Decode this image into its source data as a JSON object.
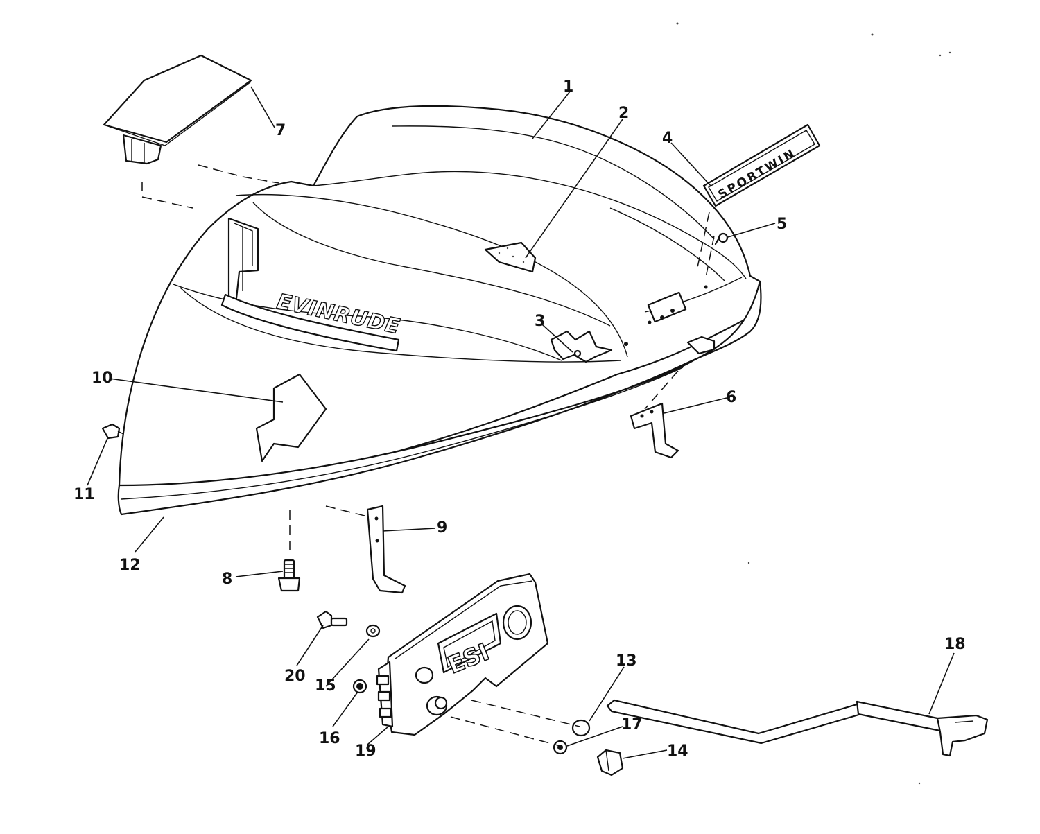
{
  "callouts": [
    {
      "id": "1",
      "text": "1"
    },
    {
      "id": "2",
      "text": "2"
    },
    {
      "id": "3",
      "text": "3"
    },
    {
      "id": "4",
      "text": "4"
    },
    {
      "id": "5",
      "text": "5"
    },
    {
      "id": "6",
      "text": "6"
    },
    {
      "id": "7",
      "text": "7"
    },
    {
      "id": "8",
      "text": "8"
    },
    {
      "id": "9",
      "text": "9"
    },
    {
      "id": "10",
      "text": "10"
    },
    {
      "id": "11",
      "text": "11"
    },
    {
      "id": "12",
      "text": "12"
    },
    {
      "id": "13",
      "text": "13"
    },
    {
      "id": "14",
      "text": "14"
    },
    {
      "id": "15",
      "text": "15"
    },
    {
      "id": "16",
      "text": "16"
    },
    {
      "id": "17",
      "text": "17"
    },
    {
      "id": "18",
      "text": "18"
    },
    {
      "id": "19",
      "text": "19"
    },
    {
      "id": "20",
      "text": "20"
    }
  ],
  "logo_text": "EVINRUDE",
  "decal_text": "SPORTWIN",
  "panel_text": "ESI",
  "colors": {
    "ink": "#111111",
    "paper": "#ffffff"
  }
}
